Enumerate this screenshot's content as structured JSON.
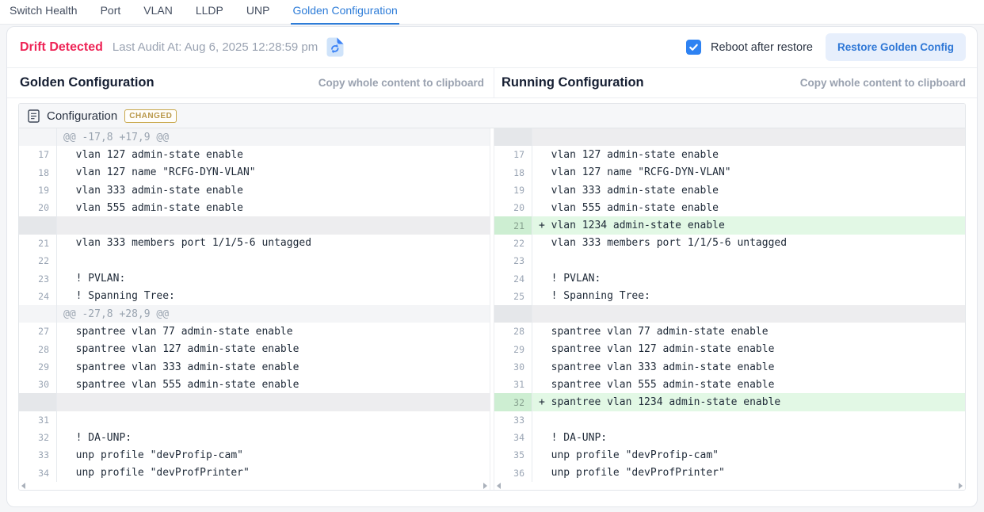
{
  "tabs": {
    "items": [
      {
        "label": "Switch Health",
        "active": false
      },
      {
        "label": "Port",
        "active": false
      },
      {
        "label": "VLAN",
        "active": false
      },
      {
        "label": "LLDP",
        "active": false
      },
      {
        "label": "UNP",
        "active": false
      },
      {
        "label": "Golden Configuration",
        "active": true
      }
    ]
  },
  "header": {
    "status": "Drift Detected",
    "last_audit": "Last Audit At: Aug 6, 2025 12:28:59 pm",
    "reboot_label": "Reboot after restore",
    "reboot_checked": true,
    "restore_button": "Restore Golden Config"
  },
  "columns": {
    "left_title": "Golden Configuration",
    "right_title": "Running Configuration",
    "copy_label": "Copy whole content to clipboard"
  },
  "diff": {
    "section_title": "Configuration",
    "badge": "CHANGED",
    "rows": [
      {
        "l": {
          "type": "hunk",
          "text": "@@ -17,8 +17,9 @@"
        },
        "r": {
          "type": "ph"
        }
      },
      {
        "l": {
          "type": "code",
          "num": "17",
          "text": "vlan 127 admin-state enable"
        },
        "r": {
          "type": "code",
          "num": "17",
          "text": "vlan 127 admin-state enable"
        }
      },
      {
        "l": {
          "type": "code",
          "num": "18",
          "text": "vlan 127 name \"RCFG-DYN-VLAN\""
        },
        "r": {
          "type": "code",
          "num": "18",
          "text": "vlan 127 name \"RCFG-DYN-VLAN\""
        }
      },
      {
        "l": {
          "type": "code",
          "num": "19",
          "text": "vlan 333 admin-state enable"
        },
        "r": {
          "type": "code",
          "num": "19",
          "text": "vlan 333 admin-state enable"
        }
      },
      {
        "l": {
          "type": "code",
          "num": "20",
          "text": "vlan 555 admin-state enable"
        },
        "r": {
          "type": "code",
          "num": "20",
          "text": "vlan 555 admin-state enable"
        }
      },
      {
        "l": {
          "type": "ph"
        },
        "r": {
          "type": "add",
          "num": "21",
          "text": "vlan 1234 admin-state enable"
        }
      },
      {
        "l": {
          "type": "code",
          "num": "21",
          "text": "vlan 333 members port 1/1/5-6 untagged"
        },
        "r": {
          "type": "code",
          "num": "22",
          "text": "vlan 333 members port 1/1/5-6 untagged"
        }
      },
      {
        "l": {
          "type": "code",
          "num": "22",
          "text": ""
        },
        "r": {
          "type": "code",
          "num": "23",
          "text": ""
        }
      },
      {
        "l": {
          "type": "code",
          "num": "23",
          "text": "! PVLAN:"
        },
        "r": {
          "type": "code",
          "num": "24",
          "text": "! PVLAN:"
        }
      },
      {
        "l": {
          "type": "code",
          "num": "24",
          "text": "! Spanning Tree:"
        },
        "r": {
          "type": "code",
          "num": "25",
          "text": "! Spanning Tree:"
        }
      },
      {
        "l": {
          "type": "hunk",
          "text": "@@ -27,8 +28,9 @@"
        },
        "r": {
          "type": "ph"
        }
      },
      {
        "l": {
          "type": "code",
          "num": "27",
          "text": "spantree vlan 77 admin-state enable"
        },
        "r": {
          "type": "code",
          "num": "28",
          "text": "spantree vlan 77 admin-state enable"
        }
      },
      {
        "l": {
          "type": "code",
          "num": "28",
          "text": "spantree vlan 127 admin-state enable"
        },
        "r": {
          "type": "code",
          "num": "29",
          "text": "spantree vlan 127 admin-state enable"
        }
      },
      {
        "l": {
          "type": "code",
          "num": "29",
          "text": "spantree vlan 333 admin-state enable"
        },
        "r": {
          "type": "code",
          "num": "30",
          "text": "spantree vlan 333 admin-state enable"
        }
      },
      {
        "l": {
          "type": "code",
          "num": "30",
          "text": "spantree vlan 555 admin-state enable"
        },
        "r": {
          "type": "code",
          "num": "31",
          "text": "spantree vlan 555 admin-state enable"
        }
      },
      {
        "l": {
          "type": "ph"
        },
        "r": {
          "type": "add",
          "num": "32",
          "text": "spantree vlan 1234 admin-state enable"
        }
      },
      {
        "l": {
          "type": "code",
          "num": "31",
          "text": ""
        },
        "r": {
          "type": "code",
          "num": "33",
          "text": ""
        }
      },
      {
        "l": {
          "type": "code",
          "num": "32",
          "text": "! DA-UNP:"
        },
        "r": {
          "type": "code",
          "num": "34",
          "text": "! DA-UNP:"
        }
      },
      {
        "l": {
          "type": "code",
          "num": "33",
          "text": "unp profile \"devProfip-cam\""
        },
        "r": {
          "type": "code",
          "num": "35",
          "text": "unp profile \"devProfip-cam\""
        }
      },
      {
        "l": {
          "type": "code",
          "num": "34",
          "text": "unp profile \"devProfPrinter\""
        },
        "r": {
          "type": "code",
          "num": "36",
          "text": "unp profile \"devProfPrinter\""
        }
      }
    ]
  },
  "colors": {
    "drift_red": "#ee2456",
    "accent_blue": "#2d7cd8",
    "added_bg": "#e2f8e5",
    "badge_gold": "#c9a84c"
  }
}
